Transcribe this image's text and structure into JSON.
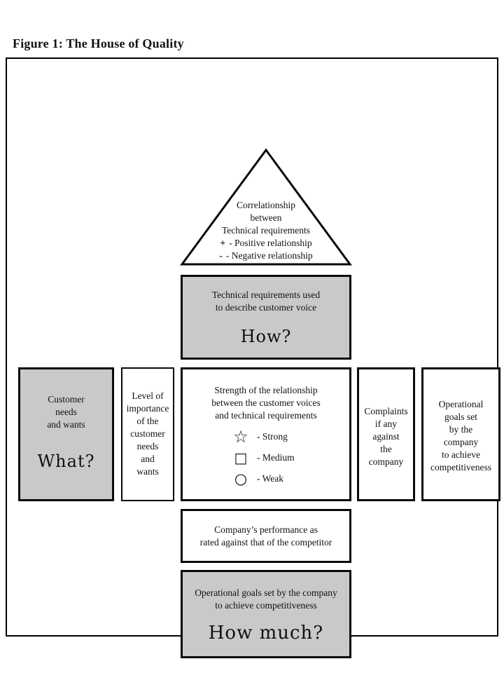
{
  "figure": {
    "title": "Figure 1: The House of Quality"
  },
  "colors": {
    "box_gray": "#c9c9c9",
    "border": "#000000",
    "background": "#ffffff"
  },
  "roof": {
    "lines": [
      "Correlationship",
      "between",
      "Technical requirements"
    ],
    "legend": [
      {
        "symbol": "+",
        "text": "- Positive  relationship"
      },
      {
        "symbol": "-",
        "text": "- Negative relationship"
      }
    ]
  },
  "how_box": {
    "lines": [
      "Technical requirements used",
      "to describe customer voice"
    ],
    "big_label": "How?"
  },
  "what_box": {
    "lines": [
      "Customer",
      "needs",
      "and wants"
    ],
    "big_label": "What?"
  },
  "importance_box": {
    "lines": [
      "Level of",
      "importance",
      "of the",
      "customer",
      "needs",
      "and",
      "wants"
    ]
  },
  "relationship_box": {
    "lines": [
      "Strength of the relationship",
      "between the customer voices",
      "and technical requirements"
    ],
    "legend": [
      {
        "symbol": "☆",
        "icon": "star-outline",
        "label": "- Strong"
      },
      {
        "symbol": "□",
        "icon": "square-outline",
        "label": "- Medium"
      },
      {
        "symbol": "○",
        "icon": "circle-outline",
        "label": "- Weak"
      }
    ]
  },
  "complaints_box": {
    "lines": [
      "Complaints",
      "if any",
      "against",
      "the",
      "company"
    ]
  },
  "goals_box": {
    "lines": [
      "Operational",
      "goals set",
      "by the",
      "company",
      "to achieve",
      "competitiveness"
    ]
  },
  "performance_box": {
    "lines": [
      "Company’s performance as",
      "rated against that of the competitor"
    ]
  },
  "how_much_box": {
    "lines": [
      "Operational goals set by the company",
      "to achieve competitiveness"
    ],
    "big_label": "How much?"
  }
}
